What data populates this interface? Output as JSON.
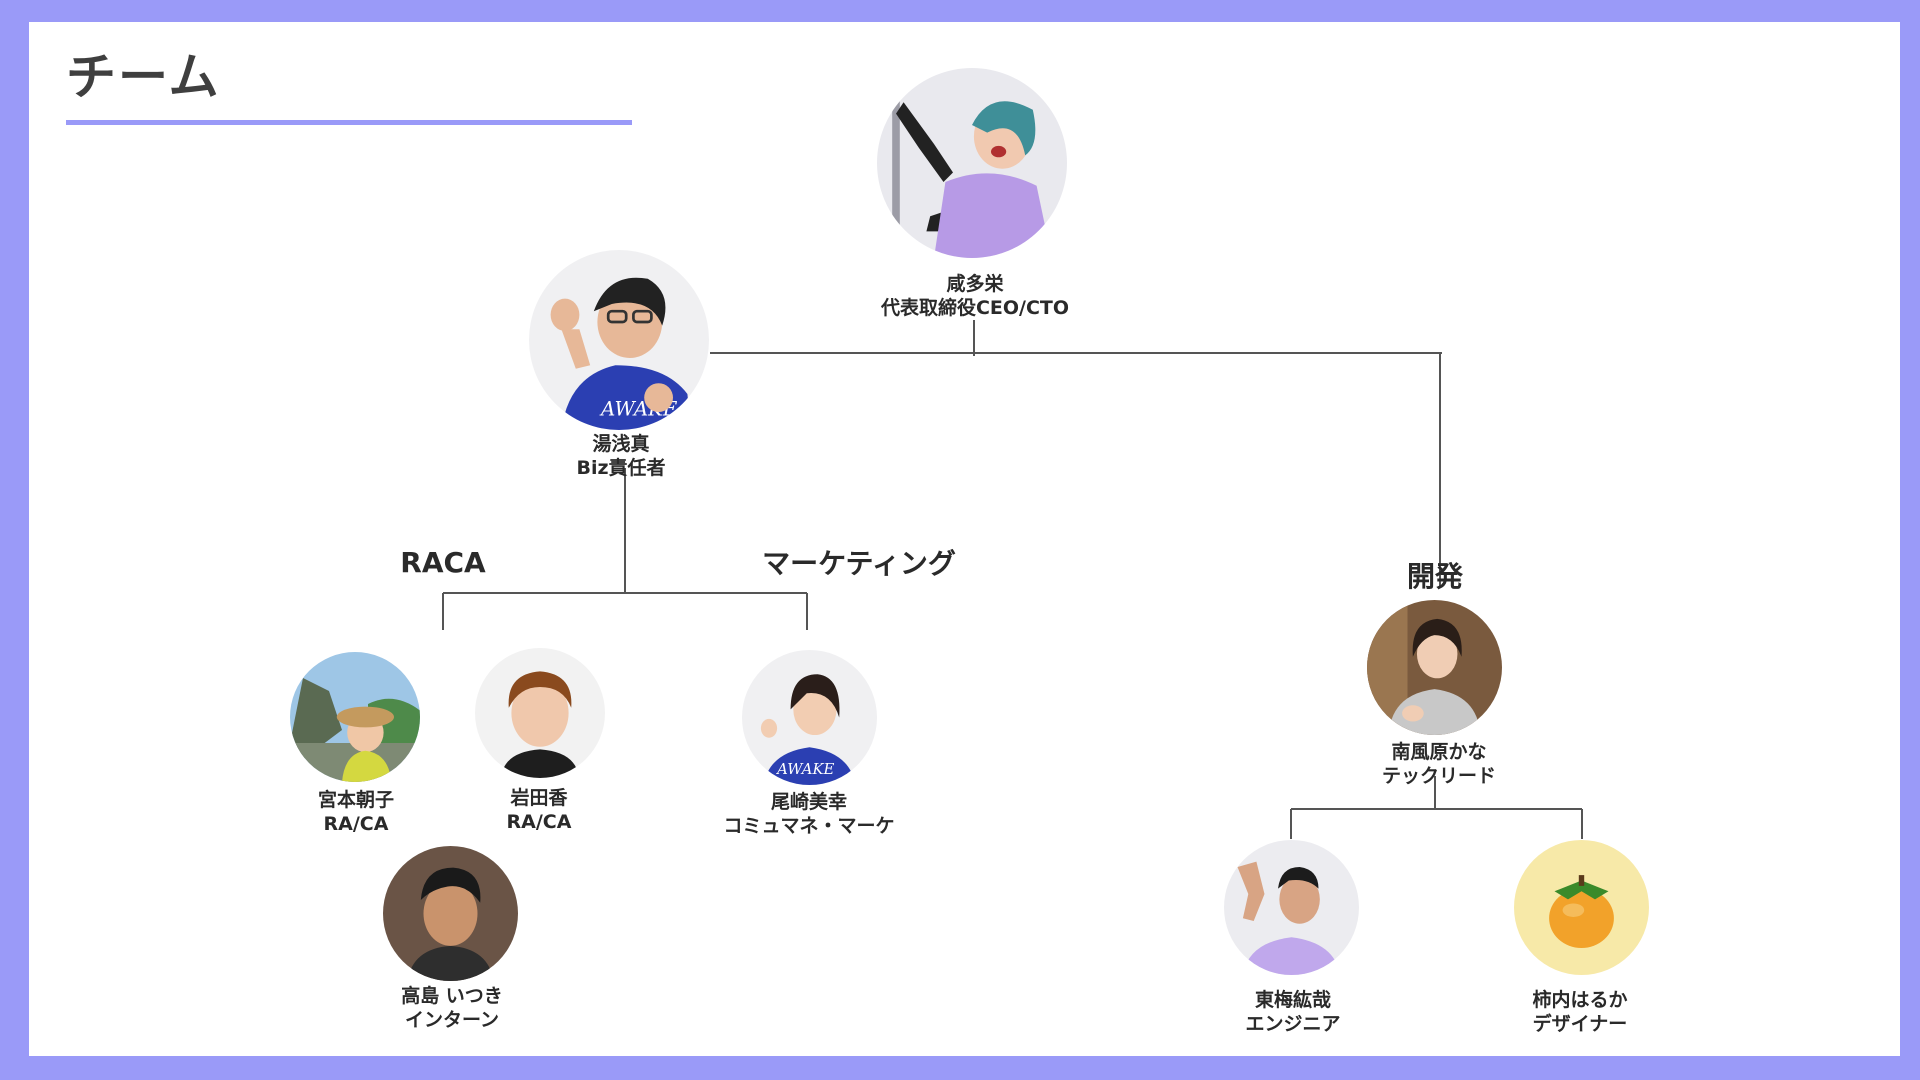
{
  "slide": {
    "title": "チーム",
    "accent_color": "#9a9af8",
    "line_color": "#555555"
  },
  "groups": {
    "raca": "RACA",
    "marketing": "マーケティング",
    "dev": "開発"
  },
  "people": {
    "ceo": {
      "name": "咸多栄",
      "role": "代表取締役CEO/CTO"
    },
    "biz": {
      "name": "湯浅真",
      "role": "Biz責任者"
    },
    "miyamoto": {
      "name": "宮本朝子",
      "role": "RA/CA"
    },
    "iwata": {
      "name": "岩田香",
      "role": "RA/CA"
    },
    "takashima": {
      "name": "高島 いつき",
      "role": "インターン"
    },
    "ozaki": {
      "name": "尾崎美幸",
      "role": "コミュマネ・マーケ"
    },
    "techlead": {
      "name": "南風原かな",
      "role": "テックリード"
    },
    "engineer": {
      "name": "東梅紘哉",
      "role": "エンジニア"
    },
    "designer": {
      "name": "柿内はるか",
      "role": "デザイナー"
    }
  }
}
